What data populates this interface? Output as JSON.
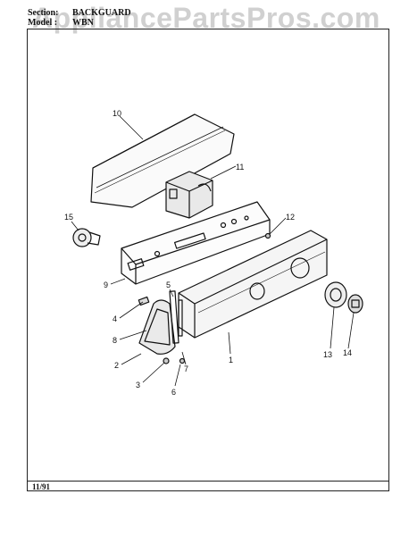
{
  "header": {
    "section_label": "Section:",
    "section_value": "BACKGUARD",
    "model_label": "Model :",
    "model_value": "WBN"
  },
  "watermark": "AppliancePartsPros.com",
  "footer": {
    "date": "11/91"
  },
  "callouts": [
    "1",
    "2",
    "3",
    "4",
    "5",
    "6",
    "7",
    "8",
    "9",
    "10",
    "11",
    "12",
    "13",
    "14",
    "15"
  ]
}
